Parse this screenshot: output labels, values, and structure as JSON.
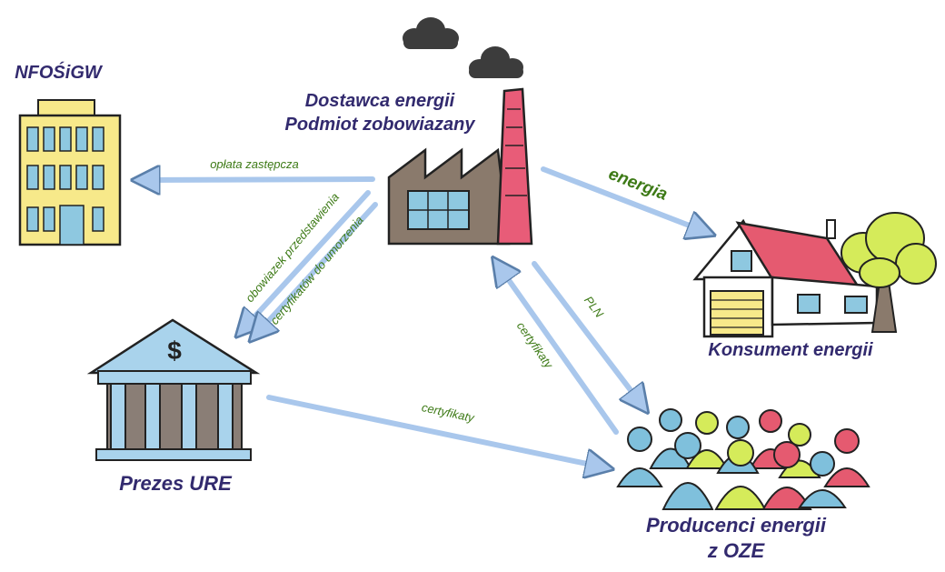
{
  "nodes": {
    "nfosigw": {
      "label": "NFOŚiGW"
    },
    "supplier": {
      "line1": "Dostawca energii",
      "line2": "Podmiot zobowiazany"
    },
    "consumer": {
      "label": "Konsument energii"
    },
    "ure": {
      "label": "Prezes URE",
      "symbol": "$"
    },
    "producers": {
      "line1": "Producenci energii",
      "line2": "z OZE"
    }
  },
  "edges": {
    "fee": "opłata zastępcza",
    "energy": "energia",
    "obligation_line1": "obowiazek przedstawienia",
    "obligation_line2": "certyfikatów do umorzenia",
    "pln": "PLN",
    "certs_up": "certyfikaty",
    "certs_ure": "certyfikaty"
  },
  "colors": {
    "label_text": "#322a6e",
    "edge_text": "#3d7a16",
    "arrow": "#a9c7ec",
    "building_yellow": "#f7e98a",
    "window_blue": "#8ec8e0",
    "factory_brown": "#8a7a6c",
    "chimney_pink": "#e85c78",
    "roof_red": "#e55a70",
    "bank_blue": "#a9d3ec",
    "column_gray": "#8a7e76",
    "tree_green": "#d5eb5a",
    "person_blue": "#7fc0dc",
    "person_green": "#d5eb5a",
    "person_red": "#e55a70",
    "cloud": "#3c3c3c"
  }
}
